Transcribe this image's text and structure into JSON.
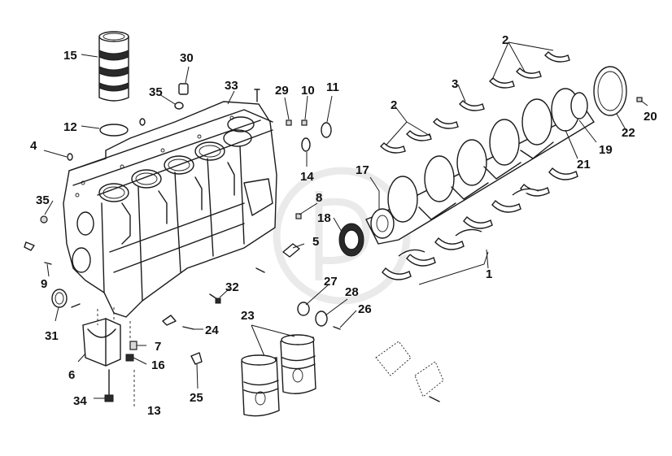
{
  "callouts": {
    "c1": "1",
    "c2a": "2",
    "c2b": "2",
    "c3": "3",
    "c4": "4",
    "c5": "5",
    "c6": "6",
    "c7": "7",
    "c8": "8",
    "c9": "9",
    "c10": "10",
    "c11": "11",
    "c12": "12",
    "c13": "13",
    "c14": "14",
    "c15": "15",
    "c16": "16",
    "c17": "17",
    "c18": "18",
    "c19": "19",
    "c20": "20",
    "c21": "21",
    "c22": "22",
    "c23": "23",
    "c24": "24",
    "c25": "25",
    "c26": "26",
    "c27": "27",
    "c28": "28",
    "c29": "29",
    "c30": "30",
    "c31": "31",
    "c32": "32",
    "c33": "33",
    "c34": "34",
    "c35a": "35",
    "c35b": "35"
  }
}
